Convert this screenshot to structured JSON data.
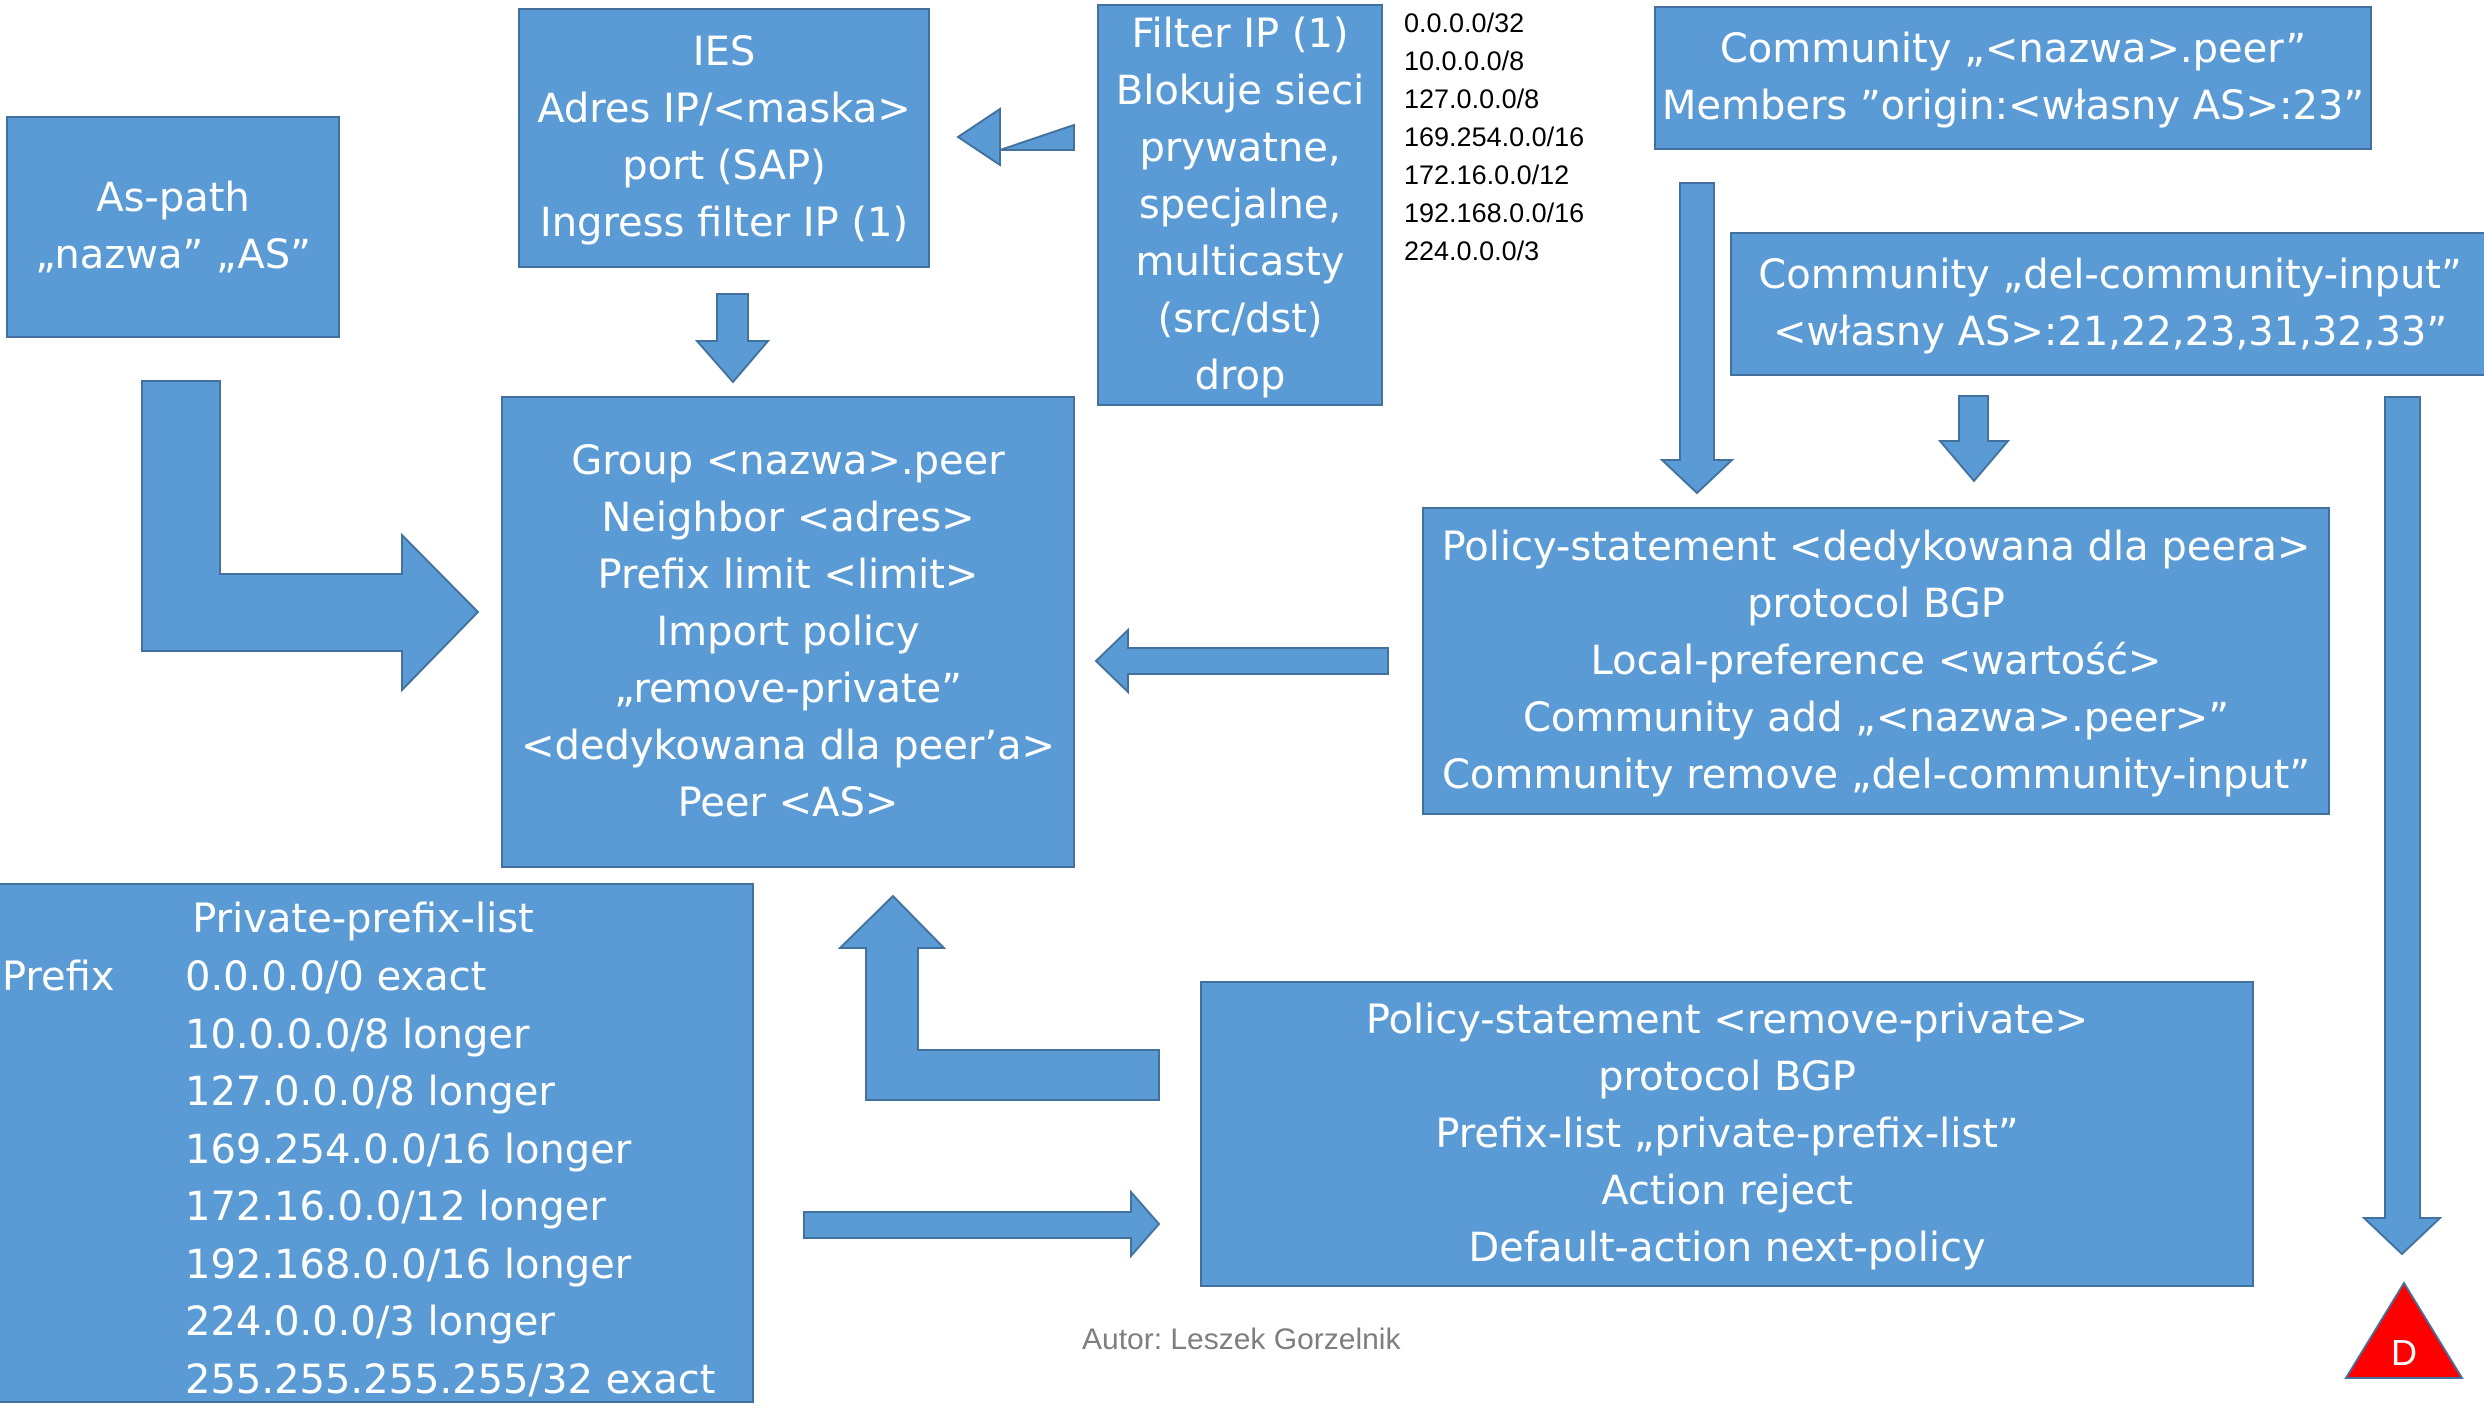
{
  "colors": {
    "box_fill": "#5b9bd5",
    "box_border": "#41719c",
    "triangle": "#ff0000",
    "author": "#7f7f7f"
  },
  "as_path": {
    "lines": [
      "As-path",
      "„nazwa” „AS”"
    ]
  },
  "ies": {
    "lines": [
      "IES",
      "Adres IP/<maska>",
      "port (SAP)",
      "Ingress filter IP (1)"
    ]
  },
  "filter_ip": {
    "lines": [
      "Filter IP (1)",
      "Blokuje sieci",
      "prywatne,",
      "specjalne,",
      "multicasty",
      "(src/dst)",
      "drop"
    ]
  },
  "blocked_prefixes": [
    "0.0.0.0/32",
    "10.0.0.0/8",
    "127.0.0.0/8",
    "169.254.0.0/16",
    "172.16.0.0/12",
    "192.168.0.0/16",
    "224.0.0.0/3"
  ],
  "community_peer": {
    "lines": [
      "Community „<nazwa>.peer”",
      "Members ”origin:<własny AS>:23”"
    ]
  },
  "community_del": {
    "lines": [
      "Community „del-community-input”",
      "<własny AS>:21,22,23,31,32,33”"
    ]
  },
  "group": {
    "lines": [
      "Group <nazwa>.peer",
      "Neighbor <adres>",
      "Prefix limit <limit>",
      "Import policy",
      "„remove-private”",
      "<dedykowana dla peer’a>",
      "Peer <AS>"
    ]
  },
  "policy_peer": {
    "lines": [
      "Policy-statement <dedykowana dla peera>",
      "protocol BGP",
      "Local-preference <wartość>",
      "Community add „<nazwa>.peer>”",
      "Community remove „del-community-input”"
    ]
  },
  "private_prefix_list": {
    "title": "Private-prefix-list",
    "prefix_label": "Prefix",
    "entries": [
      "0.0.0.0/0 exact",
      "10.0.0.0/8 longer",
      "127.0.0.0/8 longer",
      "169.254.0.0/16 longer",
      "172.16.0.0/12 longer",
      "192.168.0.0/16 longer",
      "224.0.0.0/3 longer",
      "255.255.255.255/32 exact"
    ]
  },
  "policy_remove": {
    "lines": [
      "Policy-statement <remove-private>",
      "protocol BGP",
      "Prefix-list „private-prefix-list”",
      "Action reject",
      "Default-action next-policy"
    ]
  },
  "author": "Autor: Leszek Gorzelnik",
  "marker": {
    "label": "D"
  }
}
